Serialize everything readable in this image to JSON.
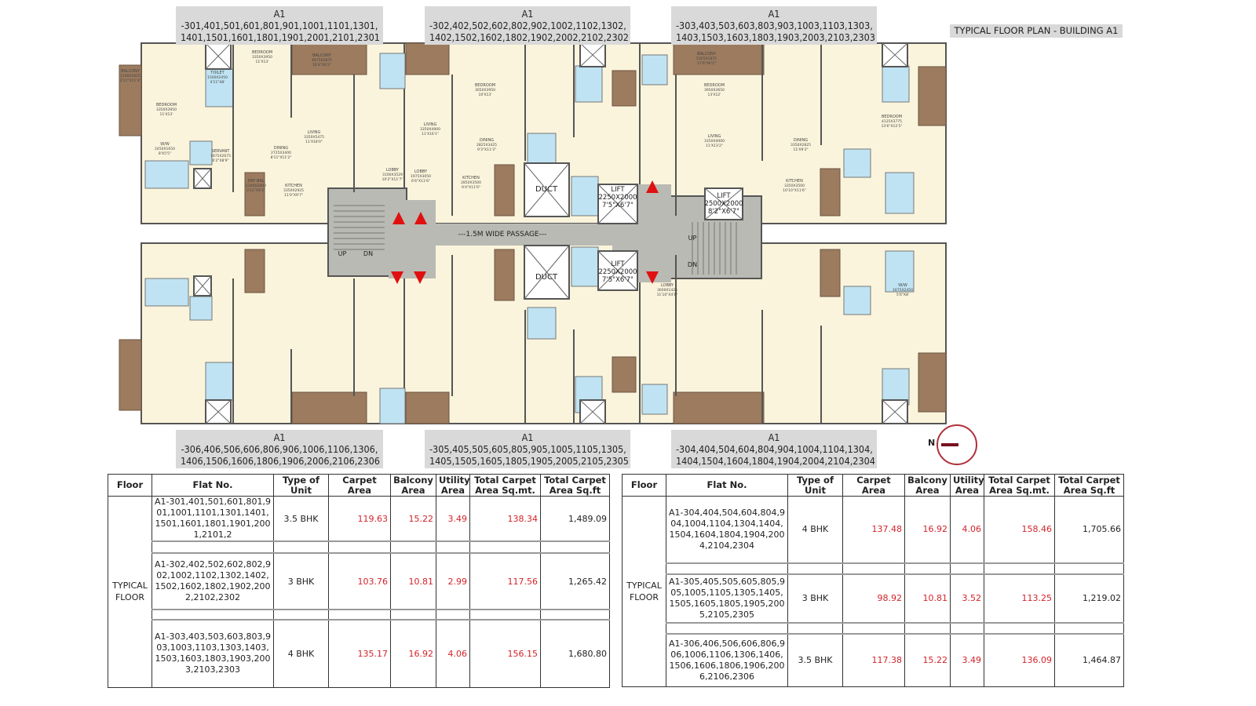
{
  "title": "TYPICAL FLOOR PLAN - BUILDING A1",
  "flat_labels": {
    "top_left": [
      "A1 -301,401,501,601,801,901,1001,1101,1301,",
      "1401,1501,1601,1801,1901,2001,2101,2301"
    ],
    "top_center": [
      "A1 -302,402,502,602,802,902,1002,1102,1302,",
      "1402,1502,1602,1802,1902,2002,2102,2302"
    ],
    "top_right": [
      "A1 -303,403,503,603,803,903,1003,1103,1303,",
      "1403,1503,1603,1803,1903,2003,2103,2303"
    ],
    "bottom_left": [
      "A1 -306,406,506,606,806,906,1006,1106,1306,",
      "1406,1506,1606,1806,1906,2006,2106,2306"
    ],
    "bottom_center": [
      "A1 -305,405,505,605,805,905,1005,1105,1305,",
      "1405,1505,1605,1805,1905,2005,2105,2305"
    ],
    "bottom_right": [
      "A1 -304,404,504,604,804,904,1004,1104,1304,",
      "1404,1504,1604,1804,1904,2004,2104,2304"
    ]
  },
  "plan": {
    "passage": "---1.5M WIDE PASSAGE---",
    "duct": "DUCT",
    "lift_small": [
      "LIFT",
      "2250X2000",
      "7'5\"X6'7\""
    ],
    "lift_large": [
      "LIFT",
      "2500X2000",
      "8'2\"X6'7\""
    ],
    "up": "UP",
    "dn": "DN",
    "compass": "N",
    "colors": {
      "floor": "#fbf4dc",
      "wall": "#555555",
      "passage": "#b9bab3",
      "balcony": "#9c7b5f",
      "toilet": "#bfe3f2",
      "arrow": "#e01010"
    },
    "rooms": [
      {
        "name": "BALCONY",
        "dims": "1200X3425",
        "imp": "3'11\"X11'3\""
      },
      {
        "name": "BEDROOM",
        "dims": "3350X3950",
        "imp": "11'X13'"
      },
      {
        "name": "TOILET",
        "dims": "1500X2450",
        "imp": "4'11\"X8'"
      },
      {
        "name": "BEDROOM",
        "dims": "3350X3950",
        "imp": "11'X13'"
      },
      {
        "name": "BALCONY",
        "dims": "4975X1875",
        "imp": "16'4\"X6'2\""
      },
      {
        "name": "LIVING",
        "dims": "3350X5475",
        "imp": "11'X18'0\""
      },
      {
        "name": "DINING",
        "dims": "2725X3400",
        "imp": "8'11\"X11'2\""
      },
      {
        "name": "KITCHEN",
        "dims": "3350X2925",
        "imp": "11'0\"X9'7\""
      },
      {
        "name": "W/W",
        "dims": "2450X1650",
        "imp": "8'X5'5\""
      },
      {
        "name": "SERVANT",
        "dims": "1875X2675",
        "imp": "6'2\"X8'9\""
      },
      {
        "name": "DRY BAL",
        "dims": "1200X2800",
        "imp": "3'11\"X9'2\""
      },
      {
        "name": "LOBBY",
        "dims": "3100X3529",
        "imp": "10'2\"X11'7\""
      },
      {
        "name": "LOBBY",
        "dims": "1975X3050",
        "imp": "6'6\"X11'6\""
      },
      {
        "name": "KITCHEN",
        "dims": "2850X3500",
        "imp": "9'4\"X11'6\""
      },
      {
        "name": "LIVING",
        "dims": "3350X4900",
        "imp": "11'X16'1\""
      },
      {
        "name": "DINING",
        "dims": "2825X3425",
        "imp": "9'3\"X11'3\""
      },
      {
        "name": "BEDROOM",
        "dims": "3050X3950",
        "imp": "10'X13'"
      },
      {
        "name": "BEDROOM",
        "dims": "3950X3650",
        "imp": "13'X12'"
      },
      {
        "name": "BALCONY",
        "dims": "5325X1875",
        "imp": "17'6\"X6'2\""
      },
      {
        "name": "LIVING",
        "dims": "3350X4000",
        "imp": "11'X13'2\""
      },
      {
        "name": "DINING",
        "dims": "3350X2825",
        "imp": "11'X9'3\""
      },
      {
        "name": "KITCHEN",
        "dims": "3350X3500",
        "imp": "10'10\"X11'6\""
      },
      {
        "name": "BEDROOM",
        "dims": "4125X3775",
        "imp": "13'6\"X12'5\""
      },
      {
        "name": "LOBBY",
        "dims": "3600X1425",
        "imp": "11'10\"X4'8\""
      },
      {
        "name": "W/W",
        "dims": "1675X2450",
        "imp": "5'6\"X8'"
      }
    ]
  },
  "tables": [
    {
      "headers": [
        "Floor",
        "Flat No.",
        "Type of Unit",
        "Carpet Area",
        "Balcony Area",
        "Utility Area",
        "Total Carpet Area Sq.mt.",
        "Total Carpet Area Sq.ft"
      ],
      "floor": "TYPICAL FLOOR",
      "rows": [
        {
          "flat": "A1-301,401,501,601,801,901,1001,1101,1301,1401,1501,1601,1801,1901,2001,2101,2",
          "type": "3.5 BHK",
          "carpet": "119.63",
          "balcony": "15.22",
          "utility": "3.49",
          "total_sqm": "138.34",
          "total_sqft": "1,489.09"
        },
        {
          "flat": "A1-302,402,502,602,802,902,1002,1102,1302,1402,1502,1602,1802,1902,2002,2102,2302",
          "type": "3 BHK",
          "carpet": "103.76",
          "balcony": "10.81",
          "utility": "2.99",
          "total_sqm": "117.56",
          "total_sqft": "1,265.42"
        },
        {
          "flat": "A1-303,403,503,603,803,903,1003,1103,1303,1403,1503,1603,1803,1903,2003,2103,2303",
          "type": "4 BHK",
          "carpet": "135.17",
          "balcony": "16.92",
          "utility": "4.06",
          "total_sqm": "156.15",
          "total_sqft": "1,680.80"
        }
      ]
    },
    {
      "headers": [
        "Floor",
        "Flat No.",
        "Type of Unit",
        "Carpet Area",
        "Balcony Area",
        "Utility Area",
        "Total Carpet Area Sq.mt.",
        "Total Carpet Area Sq.ft"
      ],
      "floor": "TYPICAL FLOOR",
      "rows": [
        {
          "flat": "A1-304,404,504,604,804,904,1004,1104,1304,1404,1504,1604,1804,1904,2004,2104,2304",
          "type": "4 BHK",
          "carpet": "137.48",
          "balcony": "16.92",
          "utility": "4.06",
          "total_sqm": "158.46",
          "total_sqft": "1,705.66"
        },
        {
          "flat": "A1-305,405,505,605,805,905,1005,1105,1305,1405,1505,1605,1805,1905,2005,2105,2305",
          "type": "3 BHK",
          "carpet": "98.92",
          "balcony": "10.81",
          "utility": "3.52",
          "total_sqm": "113.25",
          "total_sqft": "1,219.02"
        },
        {
          "flat": "A1-306,406,506,606,806,906,1006,1106,1306,1406,1506,1606,1806,1906,2006,2106,2306",
          "type": "3.5 BHK",
          "carpet": "117.38",
          "balcony": "15.22",
          "utility": "3.49",
          "total_sqm": "136.09",
          "total_sqft": "1,464.87"
        }
      ]
    }
  ]
}
